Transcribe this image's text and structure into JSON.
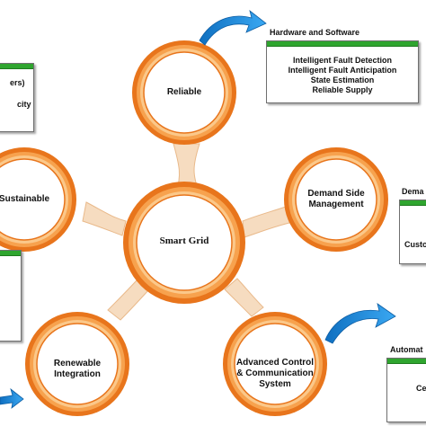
{
  "center": {
    "label": "Smart Grid"
  },
  "nodes": {
    "reliable": "Reliable",
    "sustainable": "Sustainable",
    "demand_side": [
      "Demand Side",
      "Management"
    ],
    "renewable": [
      "Renewable",
      "Integration"
    ],
    "advanced_control": [
      "Advanced Control",
      "& Communication",
      "System"
    ]
  },
  "boxes": {
    "hardware": {
      "title": "Hardware and Software",
      "lines": [
        "Intelligent Fault Detection",
        "Intelligent Fault Anticipation",
        "State Estimation",
        "Reliable Supply"
      ]
    },
    "left_top": {
      "lines": [
        "ers)",
        "city"
      ]
    },
    "demand": {
      "title": "Dema",
      "lines": [
        "Custo"
      ]
    },
    "automation": {
      "title": "Automat",
      "lines": [
        "Ce"
      ]
    }
  },
  "colors": {
    "ring_outer": "#e8751c",
    "ring_mid": "#f7a24e",
    "ring_light": "#fbc88a",
    "connector": "#f6dcc0",
    "arrow_blue": "#1e8fe0",
    "box_bar": "#2fa52f"
  }
}
